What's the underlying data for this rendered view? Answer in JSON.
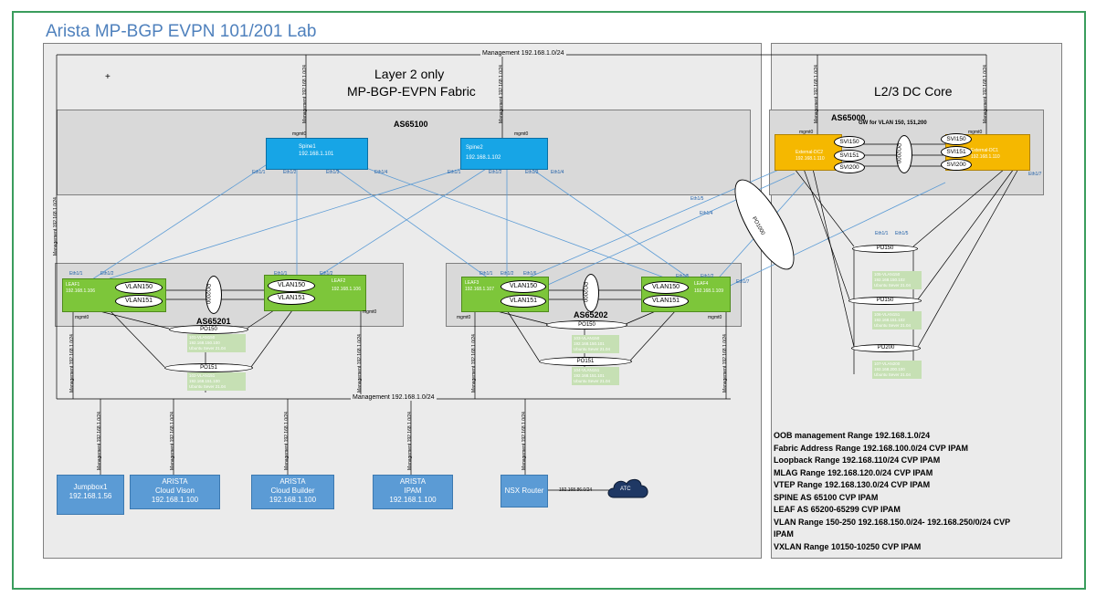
{
  "title": "Arista MP-BGP EVPN 101/201 Lab",
  "fabric": {
    "title_line1": "Layer 2 only",
    "title_line2": "MP-BGP-EVPN Fabric",
    "as_spine": "AS65100",
    "as_leaf_left": "AS65201",
    "as_leaf_right": "AS65202",
    "management_top": "Management 192.168.1.0/24",
    "management_bottom": "Management 192.168.1.0/24"
  },
  "core": {
    "title": "L2/3 DC Core",
    "as": "AS65000",
    "gw_note": "GW for VLAN 150, 151,200"
  },
  "spines": [
    {
      "name": "Spine1",
      "ip": "192.168.1.101"
    },
    {
      "name": "Spine2",
      "ip": "192.168.1.102"
    }
  ],
  "leaves": [
    {
      "name": "LEAF1",
      "ip": "192.168.1.106"
    },
    {
      "name": "LEAF2",
      "ip": "192.168.1.106"
    },
    {
      "name": "LEAF3",
      "ip": "192.168.1.107"
    },
    {
      "name": "LEAF4",
      "ip": "192.168.1.109"
    }
  ],
  "external": [
    {
      "name": "External-DC1",
      "ip": "192.168.1.110"
    },
    {
      "name": "External-DC2",
      "ip": "192.168.1.110"
    }
  ],
  "vlan_ovals": {
    "v150": "VLAN150",
    "v151": "VLAN151"
  },
  "svis": {
    "s150": "SVI150",
    "s151": "SVI151",
    "s200": "SVI200"
  },
  "port_channels": {
    "po2000": "PO2000",
    "po1000": "PO1000",
    "po150": "PO150",
    "po151": "PO151",
    "po200": "PO200"
  },
  "mgmt_interface": "mgmt0",
  "ethernet_labels": {
    "e1": "Eth1/1",
    "e2": "Eth1/2",
    "e3": "Eth1/3",
    "e4": "Eth1/4",
    "e5": "Eth1/5",
    "e6": "Eth1/6",
    "e7": "Eth1/7"
  },
  "vm_boxes": [
    {
      "line1": "101-VLAN150",
      "line2": "192.168.150.100",
      "line3": "Ubuntu Sever 21.04"
    },
    {
      "line1": "102-VLAN151",
      "line2": "192.168.151.100",
      "line3": "Ubuntu Sever 21.04"
    },
    {
      "line1": "103-VLAN150",
      "line2": "192.168.150.101",
      "line3": "Ubuntu Sever 21.04"
    },
    {
      "line1": "104-VLAN151",
      "line2": "192.168.151.101",
      "line3": "Ubuntu Sever 21.04"
    },
    {
      "line1": "105-VLAN150",
      "line2": "192.168.150.102",
      "line3": "Ubuntu Sever 21.04"
    },
    {
      "line1": "106-VLAN151",
      "line2": "192.168.151.102",
      "line3": "Ubuntu Sever 21.04"
    },
    {
      "line1": "107-VLAN200",
      "line2": "192.168.200.100",
      "line3": "Ubuntu Sever 21.04"
    }
  ],
  "mgmt_vertical": "Management 192.168.1.0/24",
  "bottom_devices": [
    {
      "line1": "Jumpbox1",
      "line2": "192.168.1.56",
      "line3": ""
    },
    {
      "line1": "ARISTA",
      "line2": "Cloud Vison",
      "line3": "192.168.1.100"
    },
    {
      "line1": "ARISTA",
      "line2": "Cloud Builder",
      "line3": "192.168.1.100"
    },
    {
      "line1": "ARISTA",
      "line2": "IPAM",
      "line3": "192.168.1.100"
    },
    {
      "line1": "NSX Router",
      "line2": "",
      "line3": ""
    }
  ],
  "nsx_link": "192.168.86.0/24",
  "cloud_label": "ATC",
  "info_lines": [
    "OOB  management Range 192.168.1.0/24",
    "Fabric Address Range 192.168.100.0/24 CVP IPAM",
    "Loopback Range 192.168.110/24 CVP IPAM",
    "MLAG Range 192.168.120.0/24 CVP IPAM",
    "VTEP Range 192.168.130.0/24 CVP IPAM",
    "SPINE AS 65100 CVP IPAM",
    "LEAF AS 65200-65299 CVP IPAM",
    "VLAN Range 150-250 192.168.150.0/24- 192.168.250/0/24 CVP",
    "IPAM",
    "VXLAN Range 10150-10250 CVP IPAM"
  ],
  "colors": {
    "title": "#4f81bd",
    "spine": "#17a5e6",
    "leaf": "#7dc63a",
    "external": "#f5b800",
    "device": "#5b9bd5",
    "links": "#5b9bd5",
    "outer_border": "#2e8b57"
  }
}
